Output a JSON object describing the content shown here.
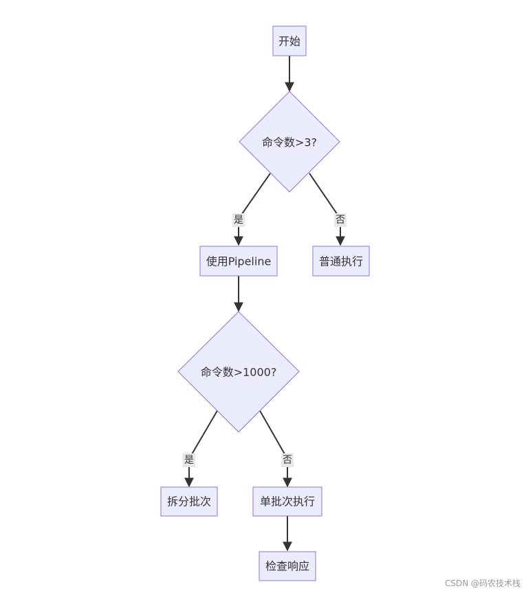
{
  "colors": {
    "node_fill": "#ECECFF",
    "node_stroke": "#9370DB",
    "edge": "#333333",
    "label_bg": "#E8E8E8",
    "text": "#333333",
    "watermark": "#9A9A9A"
  },
  "nodes": {
    "start": "开始",
    "decision_gt3": "命令数>3?",
    "use_pipeline": "使用Pipeline",
    "normal_exec": "普通执行",
    "decision_gt1000": "命令数>1000?",
    "split_batch": "拆分批次",
    "single_batch_exec": "单批次执行",
    "check_response": "检查响应"
  },
  "edges": {
    "gt3_yes": "是",
    "gt3_no": "否",
    "gt1000_yes": "是",
    "gt1000_no": "否"
  },
  "watermark": "CSDN @码农技术栈"
}
